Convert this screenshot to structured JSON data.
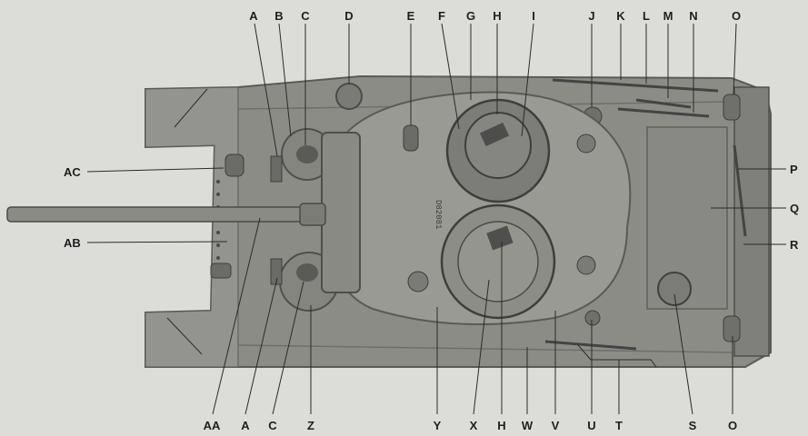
{
  "figure": {
    "top_labels": [
      "A",
      "B",
      "C",
      "D",
      "E",
      "F",
      "G",
      "H",
      "I",
      "J",
      "K",
      "L",
      "M",
      "N",
      "O"
    ],
    "bottom_labels": [
      "AA",
      "A",
      "C",
      "Z",
      "Y",
      "X",
      "H",
      "W",
      "V",
      "U",
      "T",
      "S",
      "O"
    ],
    "left_labels": [
      "AC",
      "AB"
    ],
    "right_labels": [
      "P",
      "Q",
      "R"
    ],
    "turret_serial": "D82081"
  },
  "colors": {
    "background": "#dcdcd9",
    "hull": "#8c8c87",
    "turret": "#9a9a95",
    "dark": "#3a3a38",
    "label": "#1e1e1e"
  }
}
